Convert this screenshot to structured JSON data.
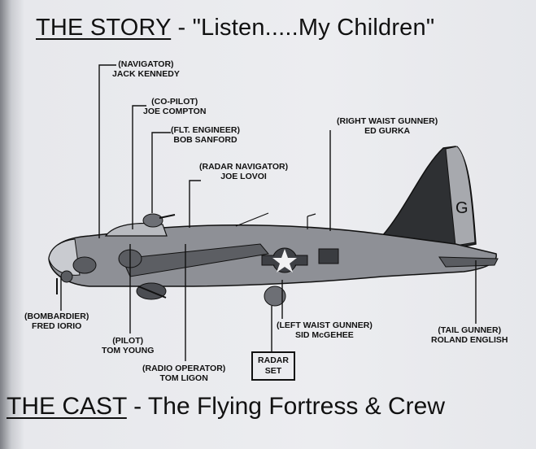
{
  "header": {
    "story_label": "THE STORY",
    "separator": " - ",
    "quote": "\"Listen.....My Children\""
  },
  "footer": {
    "cast_label": "THE CAST",
    "subtitle": " - The Flying Fortress & Crew"
  },
  "crew": {
    "navigator": {
      "role": "(NAVIGATOR)",
      "name": "JACK KENNEDY"
    },
    "copilot": {
      "role": "(CO-PILOT)",
      "name": "JOE COMPTON"
    },
    "flt_engineer": {
      "role": "(FLT. ENGINEER)",
      "name": "BOB SANFORD"
    },
    "radar_navigator": {
      "role": "(RADAR NAVIGATOR)",
      "name": "JOE LOVOI"
    },
    "right_waist_gunner": {
      "role": "(RIGHT WAIST GUNNER)",
      "name": "ED GURKA"
    },
    "bombardier": {
      "role": "(BOMBARDIER)",
      "name": "FRED IORIO"
    },
    "pilot": {
      "role": "(PILOT)",
      "name": "TOM YOUNG"
    },
    "radio_operator": {
      "role": "(RADIO OPERATOR)",
      "name": "TOM LIGON"
    },
    "left_waist_gunner": {
      "role": "(LEFT WAIST GUNNER)",
      "name": "SID McGEHEE"
    },
    "tail_gunner": {
      "role": "(TAIL GUNNER)",
      "name": "ROLAND ENGLISH"
    }
  },
  "radar_set": {
    "line1": "RADAR",
    "line2": "SET"
  },
  "tail_marking": "G",
  "colors": {
    "ink": "#111111",
    "fuselage": "#8e9096",
    "tail": "#2e3033"
  }
}
